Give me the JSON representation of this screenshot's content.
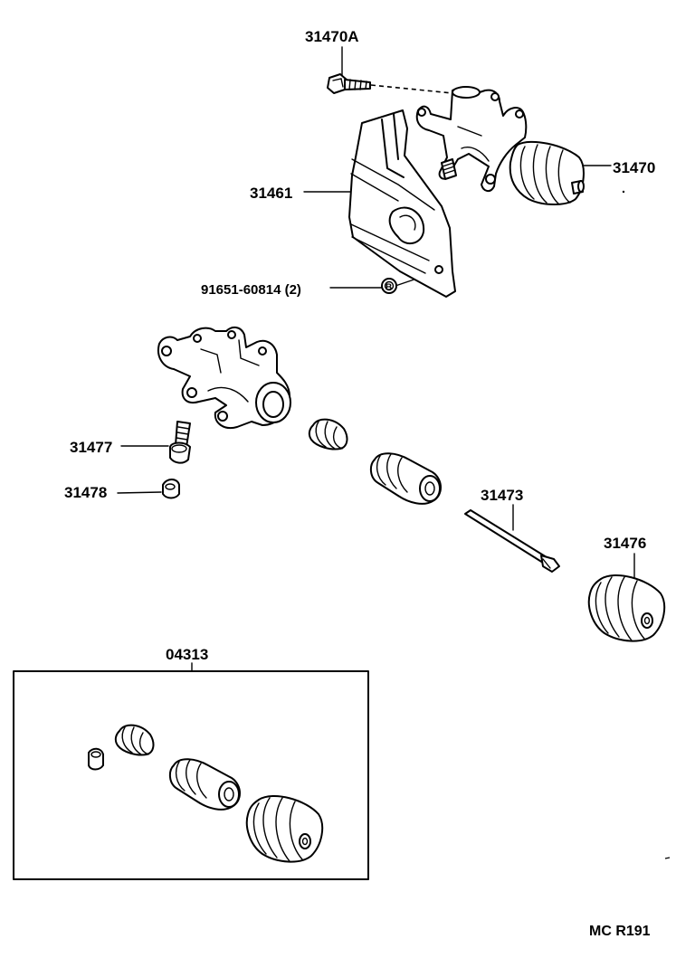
{
  "parts": {
    "p31470A": "31470A",
    "p31470": "31470",
    "p31461": "31461",
    "p91651": "91651-60814 (2)",
    "p31477": "31477",
    "p31478": "31478",
    "p31473": "31473",
    "p31476": "31476",
    "p04313": "04313"
  },
  "footer_code": "MC R191",
  "washer_letter": "B"
}
